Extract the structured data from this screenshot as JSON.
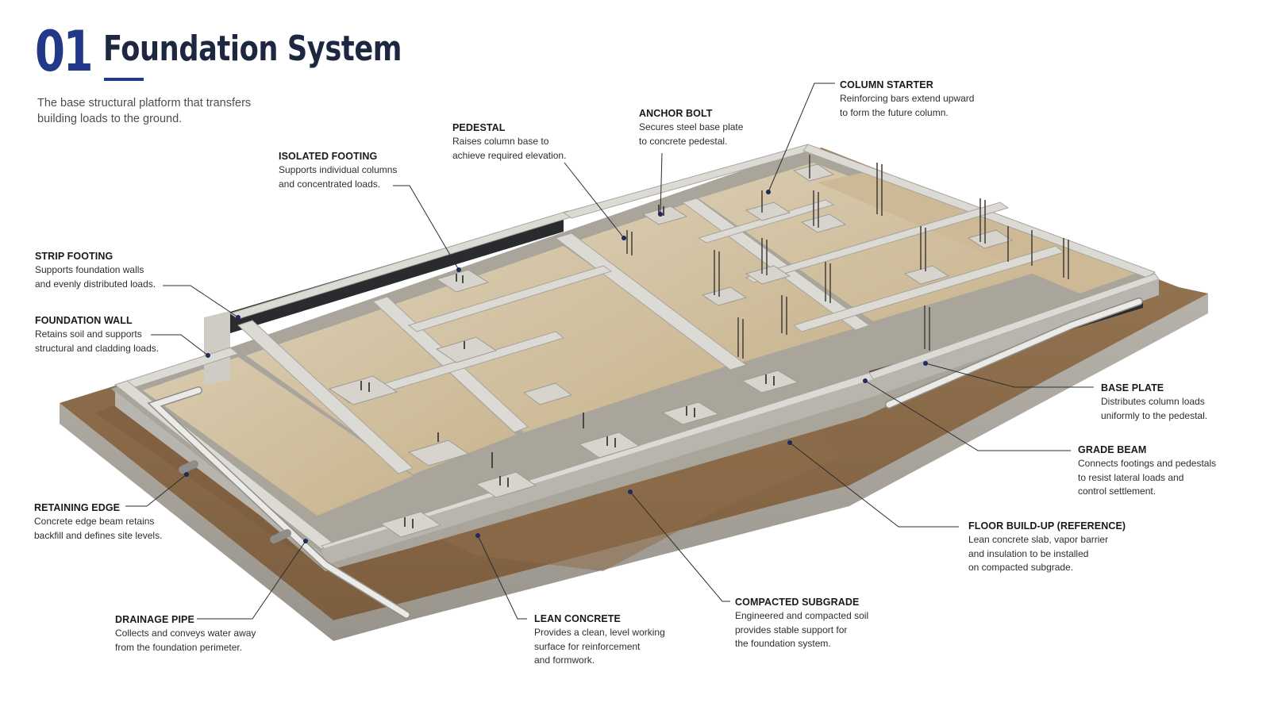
{
  "header": {
    "number": "01",
    "title": "Foundation System",
    "subtitle": "The base structural platform that transfers building loads to the ground."
  },
  "callouts": {
    "strip_footing": {
      "title": "STRIP FOOTING",
      "desc": "Supports foundation walls\nand evenly distributed loads."
    },
    "foundation_wall": {
      "title": "FOUNDATION WALL",
      "desc": "Retains soil and supports\nstructural and cladding loads."
    },
    "isolated_footing": {
      "title": "ISOLATED FOOTING",
      "desc": "Supports individual columns\nand concentrated loads."
    },
    "pedestal": {
      "title": "PEDESTAL",
      "desc": "Raises column base to\nachieve required elevation."
    },
    "anchor_bolt": {
      "title": "ANCHOR BOLT",
      "desc": "Secures steel base plate\nto concrete pedestal."
    },
    "column_starter": {
      "title": "COLUMN STARTER",
      "desc": "Reinforcing bars extend upward\nto form the future column."
    },
    "base_plate": {
      "title": "BASE PLATE",
      "desc": "Distributes column loads\nuniformly to the pedestal."
    },
    "grade_beam": {
      "title": "GRADE BEAM",
      "desc": "Connects footings and pedestals\nto resist lateral loads and\ncontrol settlement."
    },
    "floor_buildup": {
      "title": "FLOOR BUILD-UP (REFERENCE)",
      "desc": "Lean concrete slab, vapor barrier\nand insulation to be installed\non compacted subgrade."
    },
    "retaining_edge": {
      "title": "RETAINING EDGE",
      "desc": "Concrete edge beam retains\nbackfill and defines site levels."
    },
    "drainage_pipe": {
      "title": "DRAINAGE PIPE",
      "desc": "Collects and conveys water away\nfrom the foundation perimeter."
    },
    "lean_concrete": {
      "title": "LEAN CONCRETE",
      "desc": "Provides a clean, level working\nsurface for reinforcement\nand formwork."
    },
    "compacted_subgrade": {
      "title": "COMPACTED SUBGRADE",
      "desc": "Engineered and compacted soil\nprovides stable support for\nthe foundation system."
    }
  },
  "colors": {
    "accent": "#22398a",
    "title": "#1d2740",
    "leader": "#2b2d30",
    "soil": "#8a6a48",
    "soil_dark": "#6e5235",
    "gravel": "#a9a59c",
    "concrete_top": "#dcdad4",
    "concrete_side": "#b5b2ab",
    "slab_top": "#d4c3a6",
    "waterproofing": "#2a2b2e",
    "pipe": "#eceae6"
  }
}
